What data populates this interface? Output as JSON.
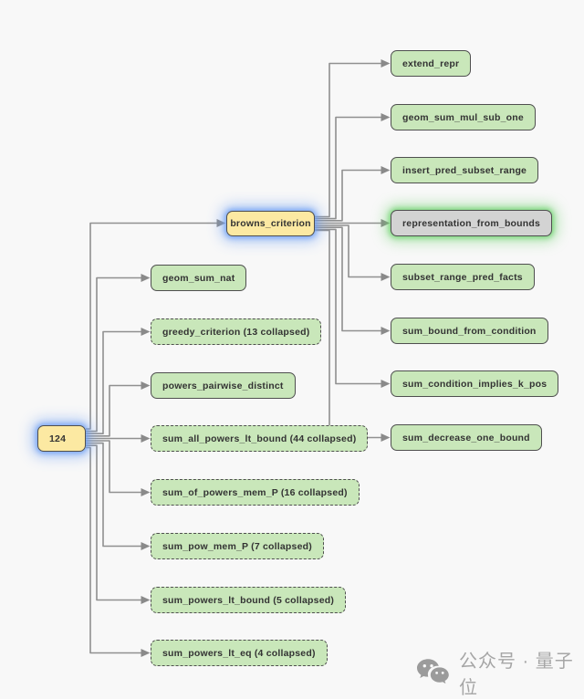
{
  "graph": {
    "root": {
      "label": "124"
    },
    "hub": {
      "label": "browns_criterion"
    },
    "mid_nodes": [
      {
        "label": "geom_sum_nat",
        "collapsed": false
      },
      {
        "label": "greedy_criterion (13 collapsed)",
        "collapsed": true
      },
      {
        "label": "powers_pairwise_distinct",
        "collapsed": false
      },
      {
        "label": "sum_all_powers_lt_bound (44 collapsed)",
        "collapsed": true
      },
      {
        "label": "sum_of_powers_mem_P (16 collapsed)",
        "collapsed": true
      },
      {
        "label": "sum_pow_mem_P (7 collapsed)",
        "collapsed": true
      },
      {
        "label": "sum_powers_lt_bound (5 collapsed)",
        "collapsed": true
      },
      {
        "label": "sum_powers_lt_eq (4 collapsed)",
        "collapsed": true
      }
    ],
    "right_nodes": [
      {
        "label": "extend_repr"
      },
      {
        "label": "geom_sum_mul_sub_one"
      },
      {
        "label": "insert_pred_subset_range"
      },
      {
        "label": "representation_from_bounds",
        "highlighted": true
      },
      {
        "label": "subset_range_pred_facts"
      },
      {
        "label": "sum_bound_from_condition"
      },
      {
        "label": "sum_condition_implies_k_pos"
      },
      {
        "label": "sum_decrease_one_bound"
      }
    ]
  },
  "watermark": {
    "text": "公众号 · 量子位",
    "icon": "wechat-icon"
  },
  "colors": {
    "background": "#f8f8f8",
    "node_green": "#c9e7ba",
    "node_yellow": "#fce9a2",
    "node_gray": "#d3d3d3",
    "node_border": "#4f4f4f",
    "edge": "#909090",
    "glow_blue": "#6ea0f5",
    "glow_green": "#6ed26e",
    "watermark_gray": "#a6a6a6"
  }
}
